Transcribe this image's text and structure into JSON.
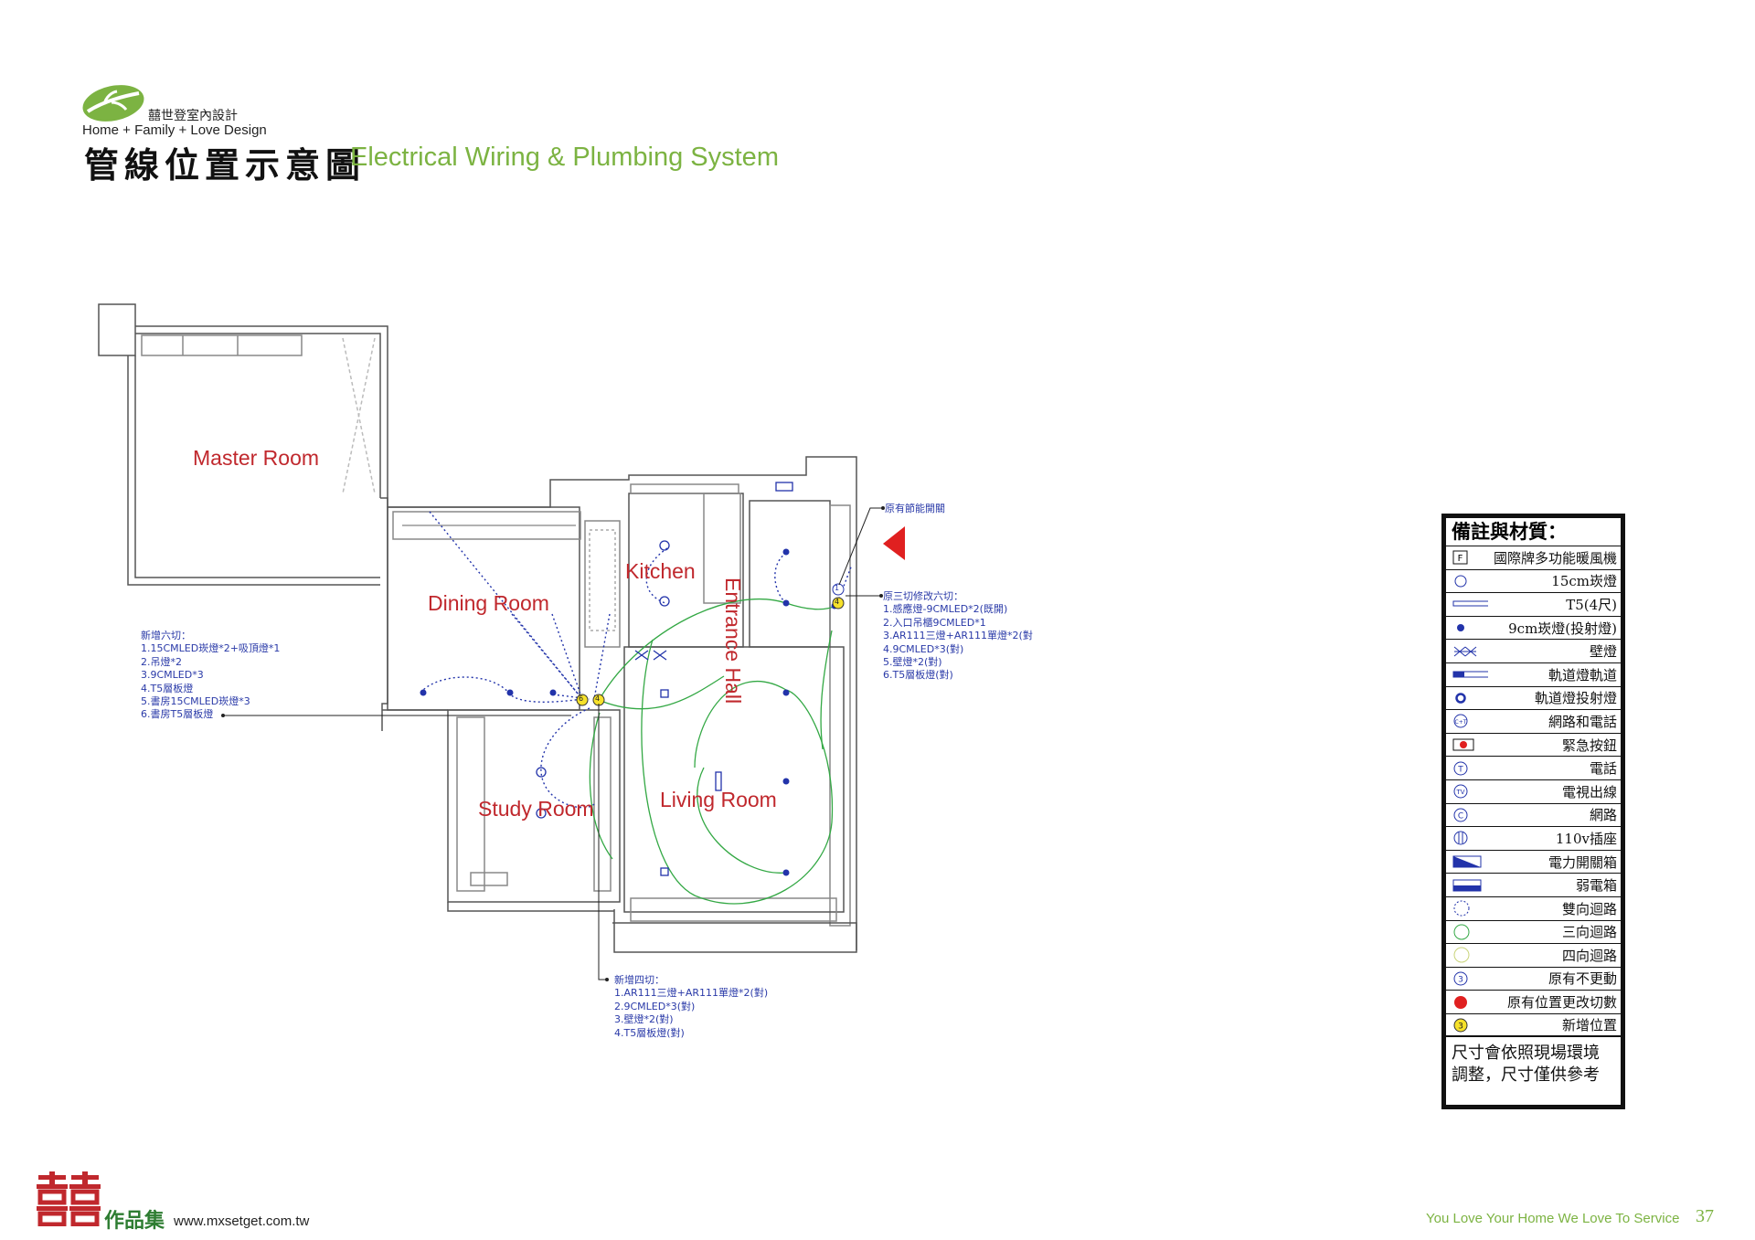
{
  "header": {
    "company": "囍世登室內設計",
    "tagline": "Home + Family + Love Design",
    "title_zh": "管線位置示意圖",
    "title_en": "Electrical Wiring & Plumbing System"
  },
  "rooms": {
    "master": "Master Room",
    "dining": "Dining Room",
    "kitchen": "Kitchen",
    "entrance": "Entrance Hall",
    "study": "Study Room",
    "living": "Living Room"
  },
  "notes": {
    "new_six": {
      "title": "新增六切：",
      "items": [
        "1.15CMLED崁燈*2+吸頂燈*1",
        "2.吊燈*2",
        "3.9CMLED*3",
        "4.T5層板燈",
        "5.書房15CMLED崁燈*3",
        "6.書房T5層板燈"
      ]
    },
    "original_switch": "原有節能開關",
    "orig_three": {
      "title": "原三切修改六切：",
      "items": [
        "1.感應燈-9CMLED*2(既開)",
        "2.入口吊櫃9CMLED*1",
        "3.AR111三燈+AR111單燈*2(對",
        "4.9CMLED*3(對)",
        "5.壁燈*2(對)",
        "6.T5層板燈(對)"
      ]
    },
    "new_four": {
      "title": "新增四切：",
      "items": [
        "1.AR111三燈+AR111單燈*2(對)",
        "2.9CMLED*3(對)",
        "3.壁燈*2(對)",
        "4.T5層板燈(對)"
      ]
    }
  },
  "legend": {
    "title": "備註與材質：",
    "items": [
      {
        "icon": "f-heater-icon",
        "label": "國際牌多功能暖風機"
      },
      {
        "icon": "circle-icon",
        "label": "15cm崁燈"
      },
      {
        "icon": "t5-tube-icon",
        "label": "T5(4尺)"
      },
      {
        "icon": "dot-icon",
        "label": "9cm崁燈(投射燈)"
      },
      {
        "icon": "wall-lamp-icon",
        "label": "壁燈"
      },
      {
        "icon": "track-icon",
        "label": "軌道燈軌道"
      },
      {
        "icon": "ring-icon",
        "label": "軌道燈投射燈"
      },
      {
        "icon": "network-phone-icon",
        "label": "網路和電話"
      },
      {
        "icon": "emergency-button-icon",
        "label": "緊急按鈕"
      },
      {
        "icon": "phone-icon",
        "label": "電話"
      },
      {
        "icon": "tv-icon",
        "label": "電視出線"
      },
      {
        "icon": "network-icon",
        "label": "網路"
      },
      {
        "icon": "outlet-icon",
        "label": "110v插座"
      },
      {
        "icon": "power-box-icon",
        "label": "電力開關箱"
      },
      {
        "icon": "weak-box-icon",
        "label": "弱電箱"
      },
      {
        "icon": "two-way-icon",
        "label": "雙向迴路"
      },
      {
        "icon": "three-way-icon",
        "label": "三向迴路"
      },
      {
        "icon": "four-way-icon",
        "label": "四向迴路"
      },
      {
        "icon": "unchanged-icon",
        "label": "原有不更動"
      },
      {
        "icon": "changed-icon",
        "label": "原有位置更改切數"
      },
      {
        "icon": "new-position-icon",
        "label": "新增位置"
      }
    ],
    "remark": "尺寸會依照現場環境調整，尺寸僅供參考",
    "symbols": {
      "unchanged": "3",
      "new": "3",
      "phone": "T",
      "tv": "TV",
      "network": "C",
      "heater": "F"
    }
  },
  "markers": {
    "m1": "1",
    "m2": "4",
    "m3": "6",
    "m4": "4"
  },
  "footer": {
    "logo_text": "作品集",
    "url": "www.mxsetget.com.tw",
    "slogan": "You Love Your Home We Love To Service",
    "page": "37"
  },
  "colors": {
    "room_label": "#c0282d",
    "note_text": "#2a3aa8",
    "brand_green": "#7cb342",
    "wire_blue": "#2233aa",
    "wire_green": "#33a844",
    "arrow_red": "#e02020"
  }
}
